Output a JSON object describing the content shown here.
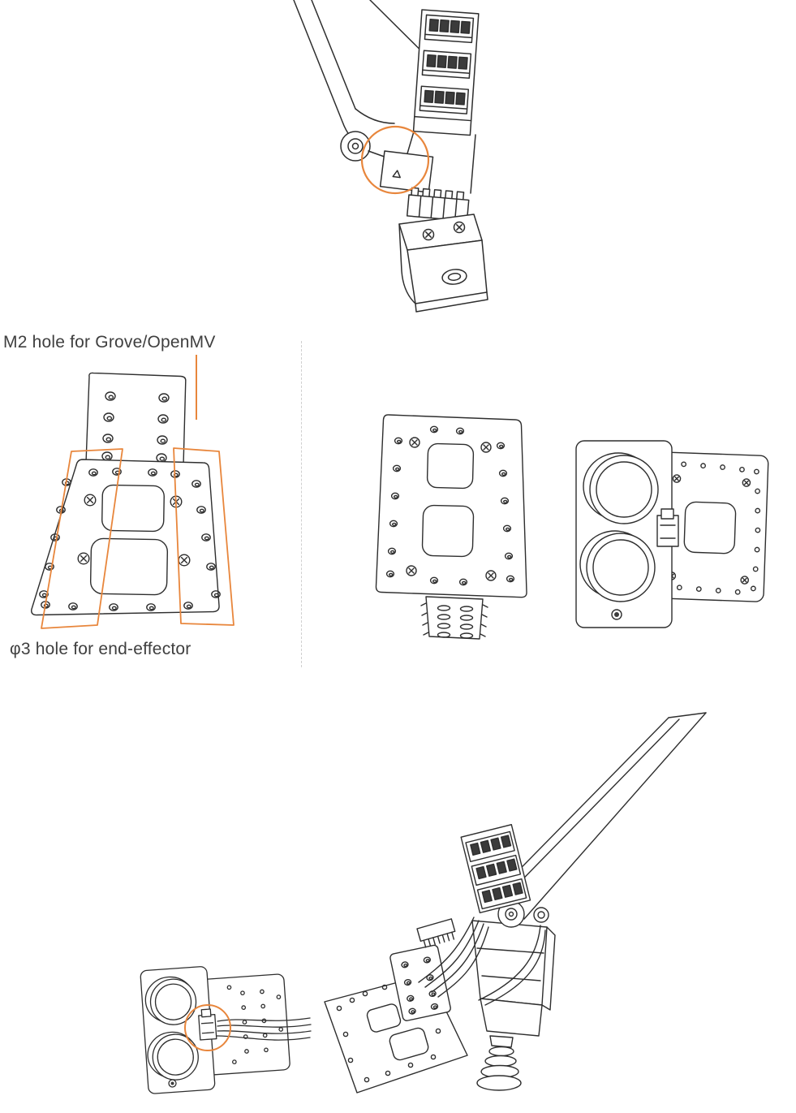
{
  "canvas": {
    "background": "#ffffff"
  },
  "colors": {
    "line": "#2e2e2e",
    "highlight_orange": "#e8863c",
    "divider_gray": "#cfcfcf",
    "text": "#3f3f3f"
  },
  "labels": {
    "m2_hole": "M2 hole for Grove/OpenMV",
    "phi3_hole": "φ3 hole for end-effector"
  },
  "figures": {
    "arm_connector": "robot-arm-end-with-grove-connectors-highlighted",
    "labeled_plate": "mounting-plate-with-bracket-and-hole-callouts",
    "front_plate": "mounting-plate-front-view",
    "ultrasonic_module": "ultrasonic-sensor-mounted-on-plate",
    "ultrasonic_cable": "ultrasonic-sensor-connector-with-cable-highlighted",
    "arm_assembly": "arm-with-mounted-sensor-assembly-and-cables"
  }
}
